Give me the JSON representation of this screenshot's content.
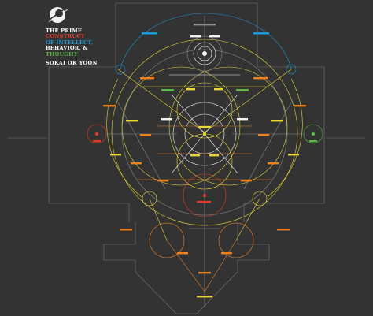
{
  "colors": {
    "background": "#333333",
    "frame": "#7a7a7a",
    "blue": "#1b9ad6",
    "yellow": "#e6d83a",
    "orange": "#f0821e",
    "red": "#e23b2b",
    "green": "#5bb947",
    "white": "#f2f2f2",
    "gray": "#8c8c8c"
  },
  "title": {
    "line1": "THE PRIME",
    "line2": "CONSTRUCT",
    "line3": "OF INTELLECT,",
    "line4": "BEHAVIOR, &",
    "line5": "THOUGHT",
    "author": "SOKAI OK YOON",
    "line_colors": [
      "#ffffff",
      "#e23b2b",
      "#1b9ad6",
      "#ffffff",
      "#5bb947"
    ]
  },
  "logo": {
    "icon": "sphere-with-moon-crescent-icon"
  }
}
